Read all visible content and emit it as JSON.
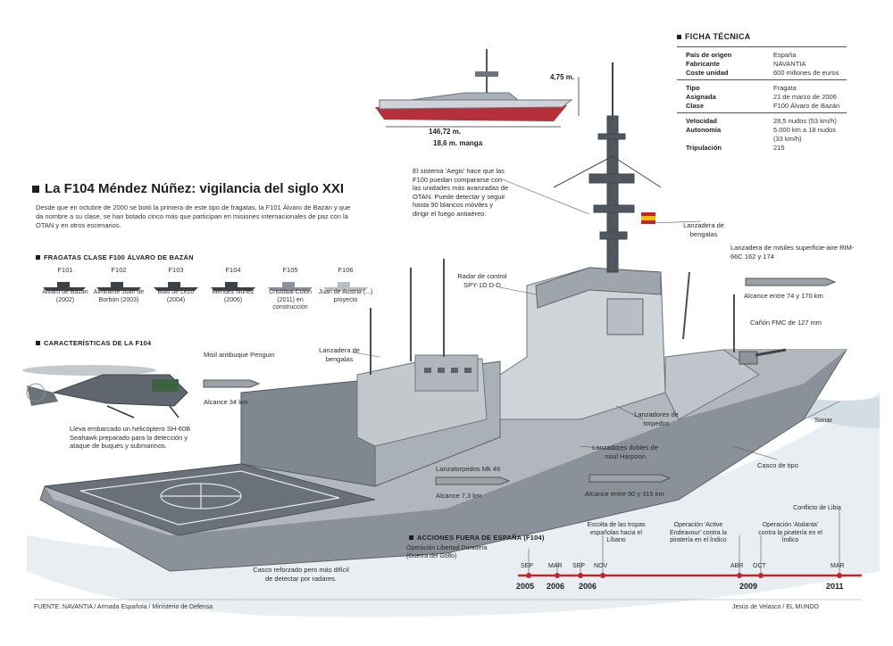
{
  "title": "La F104 Méndez Núñez: vigilancia del siglo XXI",
  "intro": "Desde que en octubre de 2000 se botó la primera de este tipo de fragatas, la F101 Álvaro de Bazán y que da nombre a su clase, se han botado cinco más que participan en misiones internacionales de paz con la OTAN y en otros escenarios.",
  "ficha": {
    "heading": "FICHA TÉCNICA",
    "groups": [
      [
        {
          "k": "País de origen",
          "v": "España"
        },
        {
          "k": "Fabricante",
          "v": "NAVANTIA"
        },
        {
          "k": "Coste unidad",
          "v": "600 millones de euros"
        }
      ],
      [
        {
          "k": "Tipo",
          "v": "Fragata"
        },
        {
          "k": "Asignada",
          "v": "21 de marzo de 2006"
        },
        {
          "k": "Clase",
          "v": "F100 Álvaro de Bazán"
        }
      ],
      [
        {
          "k": "Velocidad",
          "v": "28,5 nudos (53 km/h)"
        },
        {
          "k": "Autonomía",
          "v": "5.000 km a 18 nudos (33 km/h)"
        },
        {
          "k": "Tripulación",
          "v": "215"
        }
      ]
    ]
  },
  "dimensions": {
    "height": "4,75 m.",
    "length": "146,72 m.",
    "beam": "18,6 m. manga"
  },
  "fragatas": {
    "heading": "FRAGATAS CLASE F100 ÁLVARO DE BAZÁN",
    "items": [
      {
        "code": "F101",
        "name": "Álvaro de Bazán (2002)"
      },
      {
        "code": "F102",
        "name": "Almirante Juan de Borbón (2003)"
      },
      {
        "code": "F103",
        "name": "Blas de Lezo (2004)"
      },
      {
        "code": "F104",
        "name": "Méndez Núñez (2006)"
      },
      {
        "code": "F105",
        "name": "Cristóbal Colón (2011) en construcción"
      },
      {
        "code": "F106",
        "name": "Juan de Austria (...) proyecto"
      }
    ]
  },
  "caracteristicas": {
    "heading": "CARACTERÍSTICAS DE LA F104"
  },
  "labels": {
    "heli_missile": "Misil antibuque Penguin",
    "heli_missile_range": "Alcance 34 km",
    "heli_desc": "Lleva embarcado un helicóptero SH-60B Seahawk preparado para la detección y ataque de buques y submarinos.",
    "aegis": "El sistema 'Aegis' hace que las F100 puedan compararse con las unidades más avanzadas de OTAN. Puede detectar y seguir hasta 90 blancos móviles y dirigir el fuego antiaéreo.",
    "radar": "Radar de control SPY-1D D-D",
    "bengalas": "Lanzadera de bengalas",
    "bengalas2": "Lanzadera de bengalas",
    "sam_launcher": "Lanzadera de misiles superficie-aire RIM-66C 162 y 174",
    "sam_range": "Alcance entre 74 y 170 km",
    "canon": "Cañón FMC de 127 mm",
    "sonar": "Sonar",
    "torpedos_launch": "Lanzadores de torpedos",
    "harpoon": "Lanzadores dobles de misil Harpoon",
    "torpedos": "Lanzatorpedos Mk 46",
    "torpedo_range": "Alcance 7,3 km",
    "harpoon_range": "Alcance entre 90 y 315 km",
    "casco": "Casco de tipo",
    "casco_tipo": "Casco reforzado pero más difícil de detectar por radares."
  },
  "acciones": {
    "heading": "ACCIONES FUERA DE ESPAÑA (F104)",
    "events": [
      {
        "text": "Operación Libertad Duradera (Guerra del Golfo)"
      },
      {
        "text": "Escolta de las tropas españolas hacia el Líbano"
      },
      {
        "text": "Operación 'Active Endeavour' contra la piratería en el Índico"
      },
      {
        "text": "Operación 'Atalanta' contra la piratería en el Índico"
      },
      {
        "text": "Conflicto de Libia"
      }
    ],
    "months": [
      "SEP",
      "MAR",
      "SEP",
      "NOV",
      "ABR",
      "OCT",
      "MAR"
    ],
    "years": [
      "2005",
      "2006",
      "2006",
      "2009",
      "2011"
    ]
  },
  "footer": {
    "source": "FUENTE: NAVANTIA / Armada Española / Ministerio de Defensa",
    "credit": "Jesús de Velasco / EL MUNDO"
  },
  "colors": {
    "hull_red": "#b5303a",
    "ship_gray": "#a9afb6",
    "deck_dark": "#6e747b",
    "timeline_red": "#c0262d"
  }
}
